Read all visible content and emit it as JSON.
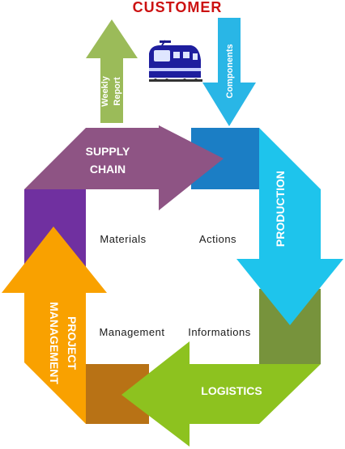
{
  "title": "CUSTOMER",
  "top_arrows": {
    "up": {
      "line1": "Weekly",
      "line2": "Report",
      "color": "#9bbb59"
    },
    "down": {
      "label": "Components",
      "color": "#29b6e6"
    }
  },
  "train_icon": "train-icon",
  "arrows": {
    "supply_chain": {
      "line1": "SUPPLY",
      "line2": "CHAIN",
      "color": "#8e5484"
    },
    "production": {
      "label": "PRODUCTION",
      "color": "#1ec4ec"
    },
    "logistics": {
      "label": "LOGISTICS",
      "color": "#8dc21f"
    },
    "project_management": {
      "line1": "PROJECT",
      "line2": "MANAGEMENT",
      "color": "#f9a100"
    }
  },
  "corner_colors": {
    "top_right": "#1b7ec5",
    "bottom_right": "#77933c",
    "bottom_left": "#b87215",
    "top_left": "#7030a0"
  },
  "center_labels": {
    "materials": "Materials",
    "actions": "Actions",
    "management": "Management",
    "informations": "Informations"
  }
}
